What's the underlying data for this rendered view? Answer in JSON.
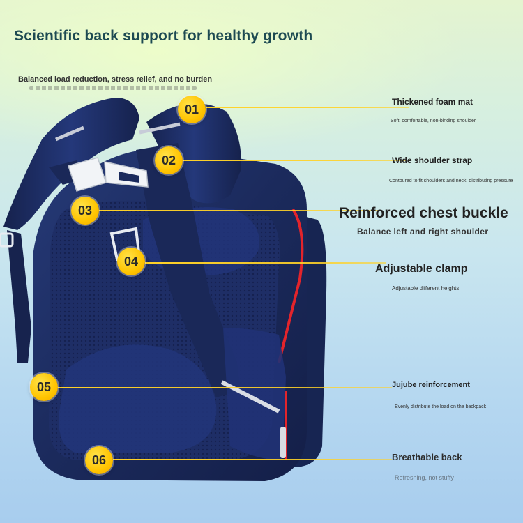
{
  "headline": "Scientific back support for healthy growth",
  "subheadline": "Balanced load reduction, stress relief, and no burden",
  "features": [
    {
      "number": "01",
      "title": "Thickened foam mat",
      "subtitle": "Soft, comfortable, non-binding shoulder"
    },
    {
      "number": "02",
      "title": "Wide shoulder strap",
      "subtitle": "Contoured to fit shoulders and neck, distributing pressure"
    },
    {
      "number": "03",
      "title": "Reinforced chest buckle",
      "subtitle": "Balance left and right shoulder"
    },
    {
      "number": "04",
      "title": "Adjustable clamp",
      "subtitle": "Adjustable different heights"
    },
    {
      "number": "05",
      "title": "Jujube reinforcement",
      "subtitle": "Evenly distribute the load on the backpack"
    },
    {
      "number": "06",
      "title": "Breathable back",
      "subtitle": "Refreshing, not stuffy"
    }
  ],
  "colors": {
    "badge": "#ffc400",
    "leader_line": "#ffd228",
    "backpack_navy": "#1b2a5c",
    "zipper_red": "#e3242b",
    "headline": "#1d4a52"
  }
}
